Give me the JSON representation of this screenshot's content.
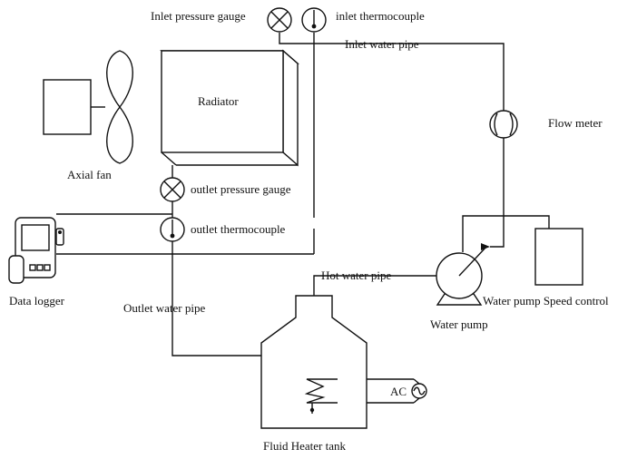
{
  "labels": {
    "inlet_pressure_gauge": "Inlet pressure gauge",
    "inlet_thermocouple": "inlet thermocouple",
    "inlet_water_pipe": "Inlet water  pipe",
    "radiator": "Radiator",
    "axial_fan": "Axial fan",
    "outlet_pressure_gauge": "outlet pressure gauge",
    "outlet_thermocouple": "outlet thermocouple",
    "data_logger": "Data logger",
    "outlet_water_pipe": "Outlet water pipe",
    "flow_meter": "Flow meter",
    "hot_water_pipe": "Hot water pipe",
    "water_pump": "Water pump",
    "water_pump_speed_control": "Water pump Speed control",
    "ac": "AC",
    "fluid_heater_tank": "Fluid Heater tank"
  }
}
